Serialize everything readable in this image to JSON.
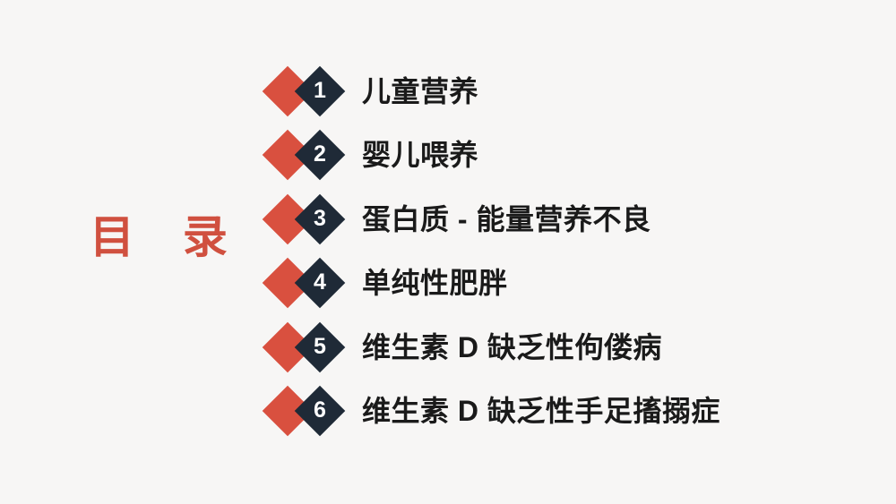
{
  "slide": {
    "background_color": "#f7f6f5",
    "title": "目  录",
    "title_color": "#d0503f"
  },
  "theme": {
    "accent_red": "#d9503f",
    "accent_dark": "#1f2a37",
    "text_color": "#1a1a1a",
    "number_color": "#ffffff"
  },
  "toc": {
    "items": [
      {
        "number": "1",
        "label": "儿童营养"
      },
      {
        "number": "2",
        "label": "婴儿喂养"
      },
      {
        "number": "3",
        "label": "蛋白质 - 能量营养不良"
      },
      {
        "number": "4",
        "label": "单纯性肥胖"
      },
      {
        "number": "5",
        "label": "维生素 D 缺乏性佝偻病"
      },
      {
        "number": "6",
        "label": "维生素 D 缺乏性手足搐搦症"
      }
    ]
  }
}
